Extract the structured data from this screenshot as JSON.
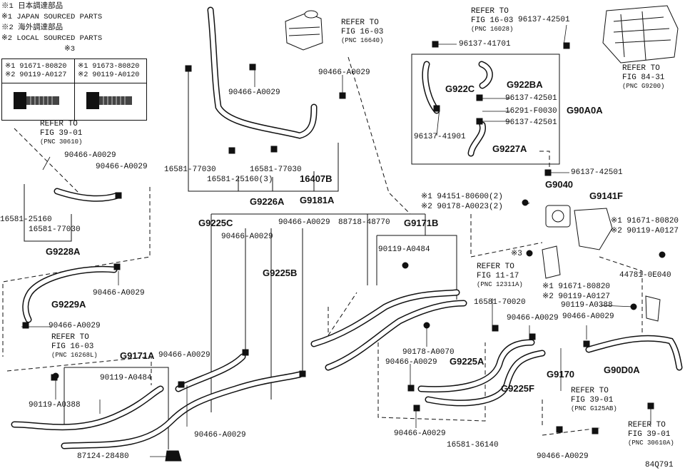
{
  "notes": {
    "line1": "※1 日本調達部品",
    "line2": "※1 JAPAN SOURCED PARTS",
    "line3": "※2 海外調達部品",
    "line4": "※2 LOCAL SOURCED PARTS",
    "line5": "※3"
  },
  "legend": {
    "left_a": "※1 91671-80820",
    "left_b": "※2 90119-A0127",
    "right_a": "※1 91673-80820",
    "right_b": "※2 90119-A0120"
  },
  "labels": {
    "ref_1603_a": "REFER TO",
    "ref_1603_b": "FIG 16-03",
    "ref_1603_c": "(PNC 16640)",
    "ref_1603t_a": "REFER TO",
    "ref_1603t_b": "FIG 16-03",
    "ref_1603t_c": "(PNC 16028)",
    "p96137_42501_top": "96137-42501",
    "p96137_41701": "96137-41701",
    "ref_8431_a": "REFER TO",
    "ref_8431_b": "FIG 84-31",
    "ref_8431_c": "(PNC G9200)",
    "p90466_top1": "90466-A0029",
    "p90466_top2": "90466-A0029",
    "g922c": "G922C",
    "g922ba": "G922BA",
    "p96137_42501_b": "96137-42501",
    "p16291": "16291-F0030",
    "g90a0a": "G90A0A",
    "p96137_41901": "96137-41901",
    "p96137_42501_c": "96137-42501",
    "g9227a": "G9227A",
    "ref_3901_a": "REFER TO",
    "ref_3901_b": "FIG 39-01",
    "ref_3901_c": "(PNC 30610)",
    "p90466_l1": "90466-A0029",
    "p90466_l2": "90466-A0029",
    "p16581_25160_l": "16581-25160",
    "p16581_77030_l": "16581-77030",
    "g9228a": "G9228A",
    "p16581_77030_a": "16581-77030",
    "p16581_25160_3": "16581-25160(3)",
    "p16581_77030_b": "16581-77030",
    "g16407b": "16407B",
    "g9226a": "G9226A",
    "g9181a": "G9181A",
    "p96137_42501_d": "96137-42501",
    "g9040": "G9040",
    "g9141f": "G9141F",
    "x1_94151": "※1 94151-80600(2)",
    "x2_90178": "※2 90178-A0023(2)",
    "x1_91671_r": "※1 91671-80820",
    "x2_90119_r": "※2 90119-A0127",
    "g9225c": "G9225C",
    "p90466_m1": "90466-A0029",
    "p90466_m2": "90466-A0029",
    "p88718": "88718-48770",
    "g9171b": "G9171B",
    "p90119_a0484_b": "90119-A0484",
    "g9225b": "G9225B",
    "x3": "※3",
    "ref_1117_a": "REFER TO",
    "ref_1117_b": "FIG 11-17",
    "ref_1117_c": "(PNC 12311A)",
    "x1_91671_m": "※1 91671-80820",
    "x2_90119_m": "※2 90119-A0127",
    "p44781": "44781-0E040",
    "g9229a": "G9229A",
    "p90466_l3": "90466-A0029",
    "p90466_l4": "90466-A0029",
    "ref_1603l_a": "REFER TO",
    "ref_1603l_b": "FIG 16-03",
    "ref_1603l_c": "(PNC 16268L)",
    "p90119_a0388_r": "90119-A0388",
    "p16581_70020": "16581-70020",
    "p90466_r1": "90466-A0029",
    "p90466_r2": "90466-A0029",
    "g9171a": "G9171A",
    "p90466_bl": "90466-A0029",
    "p90119_a0484_a": "90119-A0484",
    "p90178_a0070": "90178-A0070",
    "p90466_mid": "90466-A0029",
    "g9225a": "G9225A",
    "p90119_a0388_l": "90119-A0388",
    "g9170": "G9170",
    "g90d0a": "G90D0A",
    "g9225f": "G9225F",
    "ref_3901b_a": "REFER TO",
    "ref_3901b_b": "FIG 39-01",
    "ref_3901b_c": "(PNC G125AB)",
    "p90466_b1": "90466-A0029",
    "p90466_b2": "90466-A0029",
    "p16581_36140": "16581-36140",
    "ref_3901c_a": "REFER TO",
    "ref_3901c_b": "FIG 39-01",
    "ref_3901c_c": "(PNC 30610A)",
    "p87124": "87124-28480",
    "p90466_b3": "90466-A0029",
    "code": "84Q791"
  }
}
